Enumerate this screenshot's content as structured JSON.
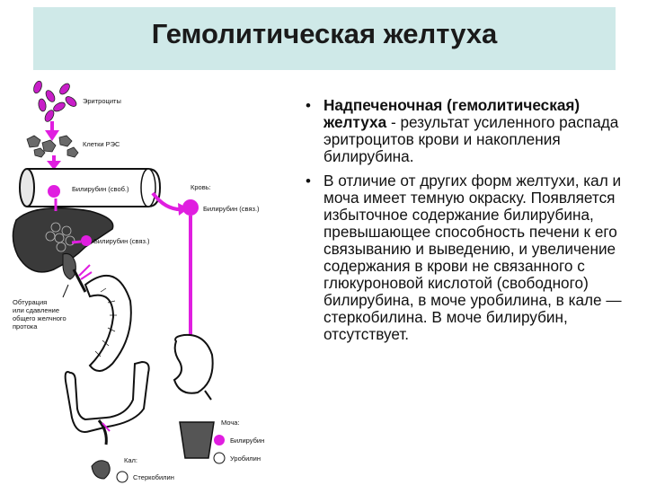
{
  "title": "Гемолитическая желтуха",
  "bullets": [
    {
      "bold": "Надпеченочная (гемолитическая) желтуха",
      "text": " - результат усиленного распада эритроцитов крови и накопления билирубина."
    },
    {
      "bold": "",
      "text": "В отличие от других форм желтухи, кал и моча имеет темную окраску. Появляется избыточное содержание билирубина, превышающее способность печени к его связыванию и выведению, и увеличение содержания в крови не связанного с глюкуроновой кислотой (свободного) билирубина, в моче уробилина, в кале — стеркобилина. В моче билирубин, отсутствует."
    }
  ],
  "diagram": {
    "labels": {
      "erythrocytes": "Эритроциты",
      "res_cells": "Клетки РЭС",
      "bilirubin_free": "Билирубин (своб.)",
      "blood": "Кровь:",
      "bilirubin_bound_blood": "Билирубин (связ.)",
      "bilirubin_bound_liver": "Билирубин (связ.)",
      "obstruction_1": "Обтурация",
      "obstruction_2": "или сдавление",
      "obstruction_3": "общего желчного",
      "obstruction_4": "протока",
      "urine": "Моча:",
      "urine_bilirubin": "Билирубин",
      "urine_urobilin": "Уробилин",
      "feces": "Кал:",
      "feces_stercobilin": "Стеркобилин"
    },
    "colors": {
      "magenta": "#e01ee0",
      "organ": "#3a3a3a",
      "outline": "#111111"
    }
  }
}
